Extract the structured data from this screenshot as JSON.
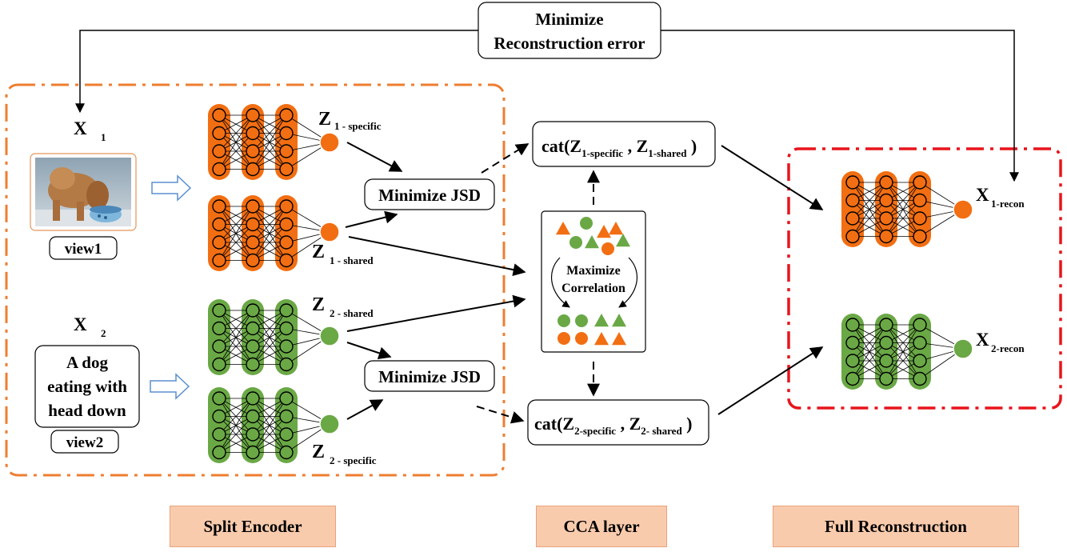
{
  "top_box": {
    "line1": "Minimize",
    "line2": "Reconstruction error"
  },
  "inputs": {
    "x1_main": "X",
    "x1_sub": "1",
    "x2_main": "X",
    "x2_sub": "2",
    "view1_label": "view1",
    "view2_label": "view2",
    "text_view": {
      "line1": "A dog",
      "line2": "eating with",
      "line3": "head  down"
    }
  },
  "latents": {
    "z1_specific": {
      "main": "Z",
      "sub": "1 - specific"
    },
    "z1_shared": {
      "main": "Z",
      "sub": "1 - shared"
    },
    "z2_shared": {
      "main": "Z",
      "sub": "2 - shared"
    },
    "z2_specific": {
      "main": "Z",
      "sub": "2 - specific"
    }
  },
  "jsd": {
    "top": "Minimize JSD",
    "bottom": "Minimize JSD"
  },
  "cca": {
    "line1": "Maximize",
    "line2": "Correlation"
  },
  "cat1": {
    "prefix": "cat(Z",
    "sub_a": "1-specific",
    "mid": " , Z",
    "sub_b": "1-shared",
    "suffix": " )"
  },
  "cat2": {
    "prefix": "cat(Z",
    "sub_a": "2-specific",
    "mid": " , Z",
    "sub_b": "2- shared",
    "suffix": " )"
  },
  "recon": {
    "x1": {
      "main": "X",
      "sub": "1-recon"
    },
    "x2": {
      "main": "X",
      "sub": "2-recon"
    }
  },
  "section_labels": {
    "encoder": "Split Encoder",
    "cca": "CCA layer",
    "reconstruction": "Full Reconstruction"
  },
  "colors": {
    "orange": "#f26e12",
    "orange_dark": "#c85a0c",
    "green": "#6aa845",
    "green_dark": "#4f8a30",
    "encoder_frame": "#ee7d31",
    "recon_frame": "#e8141c",
    "label_fill": "#f9cbad"
  }
}
